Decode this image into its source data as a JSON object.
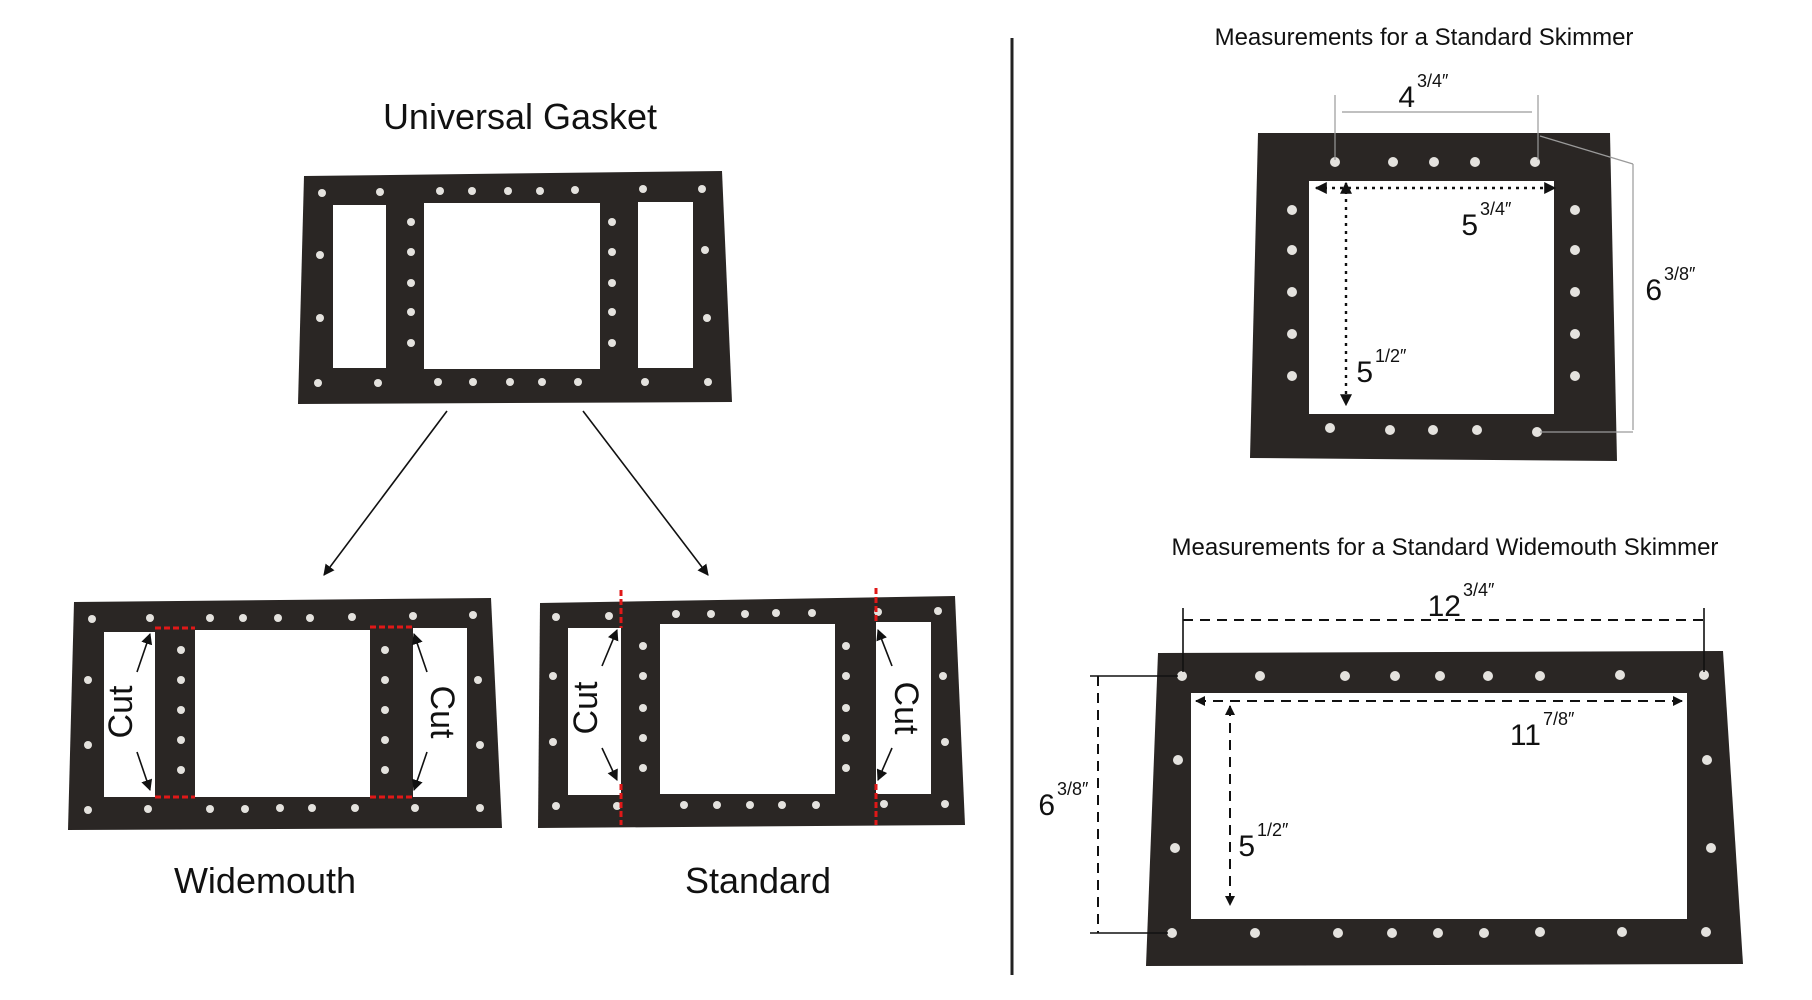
{
  "left_panel": {
    "title": "Universal Gasket",
    "widemouth_label": "Widemouth",
    "standard_label": "Standard",
    "cut_label": "Cut"
  },
  "right_panel": {
    "standard_title": "Measurements for a Standard Skimmer",
    "standard_dims": {
      "top_whole": "4",
      "top_frac": "3/4″",
      "inner_w_whole": "5",
      "inner_w_frac": "3/4″",
      "outer_h_whole": "6",
      "outer_h_frac": "3/8″",
      "inner_h_whole": "5",
      "inner_h_frac": "1/2″"
    },
    "widemouth_title": "Measurements for a Standard Widemouth Skimmer",
    "widemouth_dims": {
      "top_whole": "12",
      "top_frac": "3/4″",
      "inner_w_whole": "11",
      "inner_w_frac": "7/8″",
      "outer_h_whole": "6",
      "outer_h_frac": "3/8″",
      "inner_h_whole": "5",
      "inner_h_frac": "1/2″"
    }
  },
  "colors": {
    "gasket": "#2a2624",
    "hole": "#e4e2de",
    "cut_line": "#e01818",
    "divider": "#222222"
  }
}
